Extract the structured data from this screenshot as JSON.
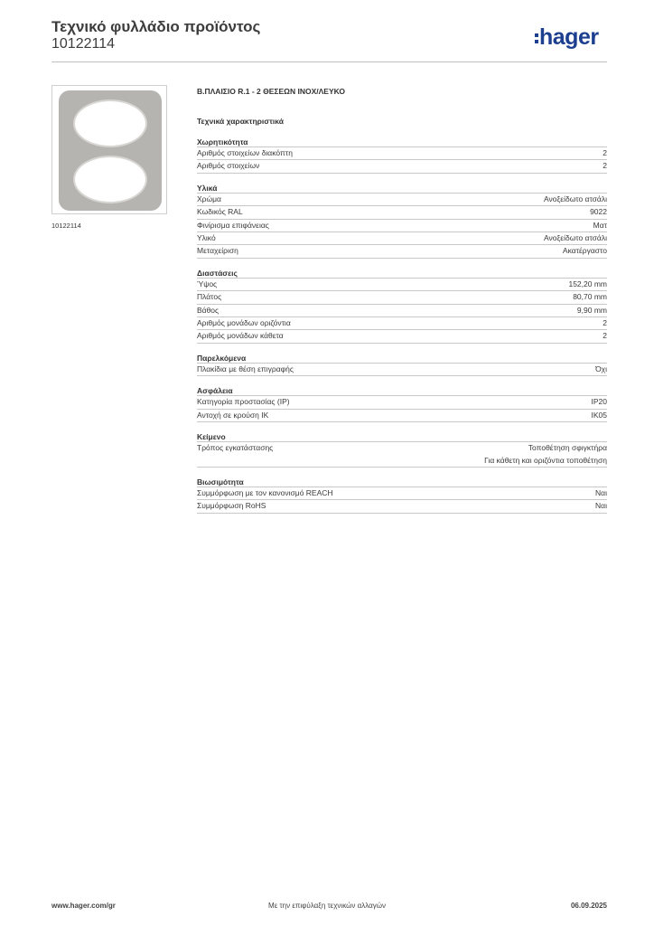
{
  "header": {
    "title": "Τεχνικό φυλλάδιο προϊόντος",
    "code": "10122114",
    "logo_text": "hager"
  },
  "thumbnail": {
    "caption": "10122114"
  },
  "product_title": "Β.ΠΛΑΙΣΙΟ R.1 - 2 ΘΕΣΕΩΝ ΙΝΟΧ/ΛΕΥΚΟ",
  "specs_heading": "Τεχνικά χαρακτηριστικά",
  "sections": [
    {
      "title": "Χωρητικότητα",
      "rows": [
        {
          "label": "Αριθμός στοιχείων διακόπτη",
          "value": "2"
        },
        {
          "label": "Αριθμός στοιχείων",
          "value": "2"
        }
      ]
    },
    {
      "title": "Υλικά",
      "rows": [
        {
          "label": "Χρώμα",
          "value": "Ανοξείδωτο ατσάλι"
        },
        {
          "label": "Κωδικός RAL",
          "value": "9022"
        },
        {
          "label": "Φινίρισμα επιφάνειας",
          "value": "Ματ"
        },
        {
          "label": "Υλικό",
          "value": "Ανοξείδωτο ατσάλι"
        },
        {
          "label": "Μεταχείριση",
          "value": "Ακατέργαστο"
        }
      ]
    },
    {
      "title": "Διαστάσεις",
      "rows": [
        {
          "label": "Ύψος",
          "value": "152,20 mm"
        },
        {
          "label": "Πλάτος",
          "value": "80,70 mm"
        },
        {
          "label": "Βάθος",
          "value": "9,90 mm"
        },
        {
          "label": "Αριθμός μονάδων οριζόντια",
          "value": "2"
        },
        {
          "label": "Αριθμός μονάδων κάθετα",
          "value": "2"
        }
      ]
    },
    {
      "title": "Παρελκόμενα",
      "rows": [
        {
          "label": "Πλακίδια με θέση επιγραφής",
          "value": "Όχι"
        }
      ]
    },
    {
      "title": "Ασφάλεια",
      "rows": [
        {
          "label": "Κατηγορία προστασίας (IP)",
          "value": "IP20"
        },
        {
          "label": "Αντοχή σε κρούση IK",
          "value": "IK05"
        }
      ]
    },
    {
      "title": "Κείμενο",
      "rows": [
        {
          "label": "Τρόπος εγκατάστασης",
          "value": "Τοποθέτηση σφιγκτήρα\nΓια κάθετη και οριζόντια τοποθέτηση"
        }
      ]
    },
    {
      "title": "Βιωσιμότητα",
      "rows": [
        {
          "label": "Συμμόρφωση με τον κανονισμό REACH",
          "value": "Ναι"
        },
        {
          "label": "Συμμόρφωση RoHS",
          "value": "Ναι"
        }
      ]
    }
  ],
  "footer": {
    "website": "www.hager.com/gr",
    "notice": "Με την επιφύλαξη τεχνικών αλλαγών",
    "date": "06.09.2025"
  },
  "colors": {
    "brand": "#1d3f8f",
    "rule": "#c8c8c8",
    "plate": "#b5b4b0"
  }
}
